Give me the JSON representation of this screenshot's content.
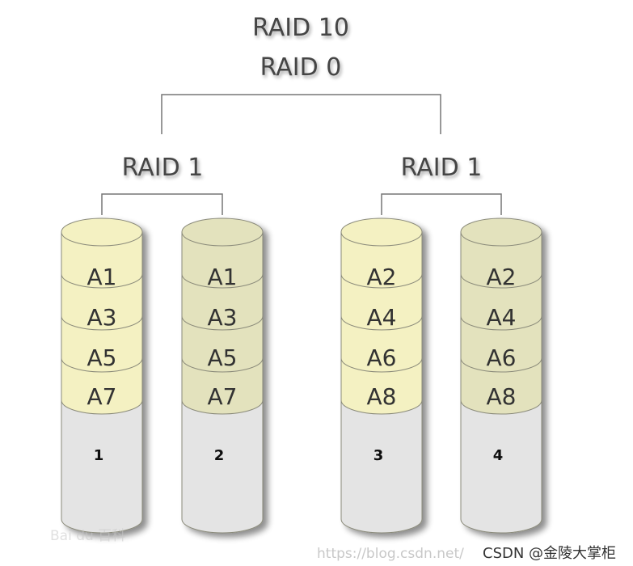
{
  "titles": {
    "top": "RAID 10",
    "second": "RAID 0",
    "left_group": "RAID 1",
    "right_group": "RAID 1"
  },
  "disks": [
    {
      "number": "1",
      "segments": [
        "A1",
        "A3",
        "A5",
        "A7"
      ],
      "tone": "light"
    },
    {
      "number": "2",
      "segments": [
        "A1",
        "A3",
        "A5",
        "A7"
      ],
      "tone": "olive"
    },
    {
      "number": "3",
      "segments": [
        "A2",
        "A4",
        "A6",
        "A8"
      ],
      "tone": "light"
    },
    {
      "number": "4",
      "segments": [
        "A2",
        "A4",
        "A6",
        "A8"
      ],
      "tone": "olive"
    }
  ],
  "colors": {
    "light_segment": "#f4f1c2",
    "olive_segment": "#e3e2bd",
    "disk_base": "#e4e4e4",
    "outline": "#8a8a7a"
  },
  "watermark": {
    "baidu_logo": "Bai du 百科",
    "url_text": "https://blog.csdn.net/",
    "csdn_text": "CSDN @金陵大掌柜"
  }
}
